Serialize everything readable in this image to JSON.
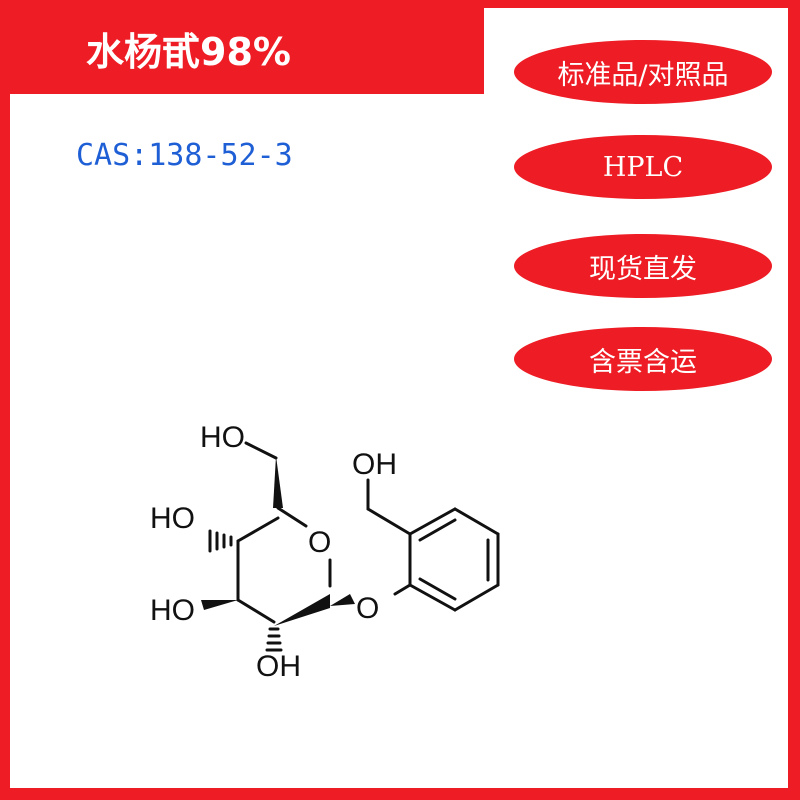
{
  "header": {
    "title": "水杨甙98%"
  },
  "cas": {
    "label": "CAS:138-52-3"
  },
  "badges": [
    "标准品/对照品",
    "HPLC",
    "现货直发",
    "含票含运"
  ],
  "colors": {
    "frame": "#ee1c24",
    "cas_text": "#1f5fd6",
    "badge_bg": "#ee1c24",
    "badge_text": "#ffffff"
  },
  "structure": {
    "atom_labels": {
      "hydroxymethyl_oh": "HO",
      "c4_oh": "HO",
      "c3_oh": "HO",
      "c2_oh": "OH",
      "ring_oxygen": "O",
      "glycosidic_oxygen": "O",
      "benzyl_oh": "OH"
    }
  }
}
